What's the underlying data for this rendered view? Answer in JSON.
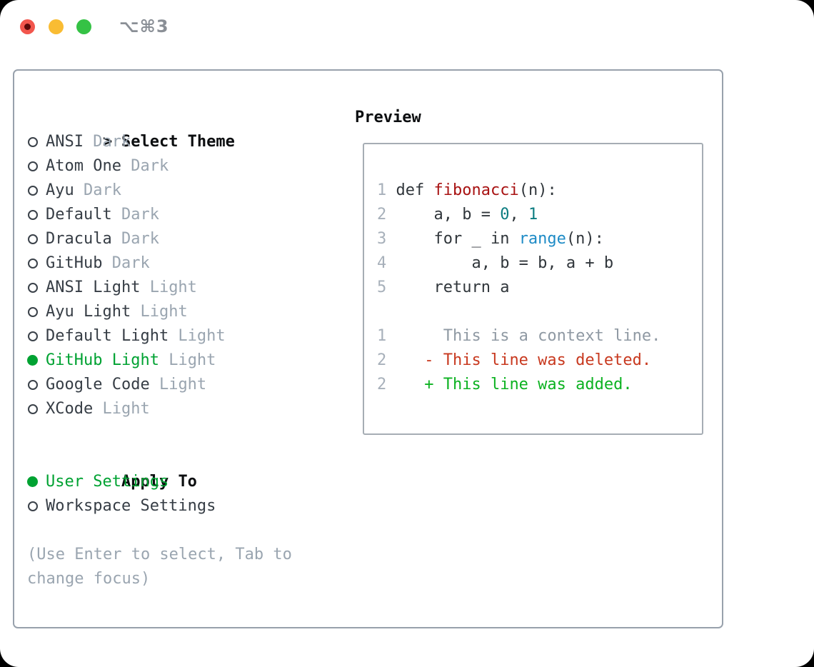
{
  "window": {
    "shortcut": "⌥⌘3"
  },
  "colors": {
    "accent-green": "#00a232",
    "added-green": "#0cb221",
    "deleted-red": "#c8391f",
    "func-red": "#a81212",
    "number-teal": "#0b7c80",
    "builtin-blue": "#1e8bc6",
    "code-dark": "#30363b",
    "heading-black": "#0c0e10",
    "muted-gray": "#9aa5b0",
    "linenum-gray": "#a7b0ba",
    "context-gray": "#8f99a3",
    "panel-border": "#98a1ac",
    "preview-border": "#a6adb4",
    "traffic-red": "#f2564d",
    "traffic-red-dot": "#5c0a0a",
    "traffic-yellow": "#f9bc33",
    "traffic-green": "#35c245",
    "shortcut-gray": "#8a8f96"
  },
  "theme_panel": {
    "marker": ">",
    "title": "Select Theme",
    "themes": [
      {
        "name": "ANSI",
        "tag": "Dark",
        "selected": false
      },
      {
        "name": "Atom One",
        "tag": "Dark",
        "selected": false
      },
      {
        "name": "Ayu",
        "tag": "Dark",
        "selected": false
      },
      {
        "name": "Default",
        "tag": "Dark",
        "selected": false
      },
      {
        "name": "Dracula",
        "tag": "Dark",
        "selected": false
      },
      {
        "name": "GitHub",
        "tag": "Dark",
        "selected": false
      },
      {
        "name": "ANSI Light",
        "tag": "Light",
        "selected": false
      },
      {
        "name": "Ayu Light",
        "tag": "Light",
        "selected": false
      },
      {
        "name": "Default Light",
        "tag": "Light",
        "selected": false
      },
      {
        "name": "GitHub Light",
        "tag": "Light",
        "selected": true
      },
      {
        "name": "Google Code",
        "tag": "Light",
        "selected": false
      },
      {
        "name": "XCode",
        "tag": "Light",
        "selected": false
      }
    ],
    "apply_to": {
      "title": "Apply To",
      "options": [
        {
          "label": "User Settings",
          "selected": true
        },
        {
          "label": "Workspace Settings",
          "selected": false
        }
      ]
    },
    "help_lines": [
      "(Use Enter to select, Tab to",
      "change focus)"
    ]
  },
  "preview": {
    "title": "Preview",
    "lines": [
      {
        "name": "code-line-1",
        "tokens": [
          [
            "ln",
            "1"
          ],
          [
            "code",
            " def "
          ],
          [
            "func",
            "fibonacci"
          ],
          [
            "code",
            "(n):"
          ]
        ]
      },
      {
        "name": "code-line-2",
        "tokens": [
          [
            "ln",
            "2"
          ],
          [
            "code",
            "     a, b = "
          ],
          [
            "num",
            "0"
          ],
          [
            "code",
            ", "
          ],
          [
            "num",
            "1"
          ]
        ]
      },
      {
        "name": "code-line-3",
        "tokens": [
          [
            "ln",
            "3"
          ],
          [
            "code",
            "     for _ in "
          ],
          [
            "builtin",
            "range"
          ],
          [
            "code",
            "(n):"
          ]
        ]
      },
      {
        "name": "code-line-4",
        "tokens": [
          [
            "ln",
            "4"
          ],
          [
            "code",
            "         a, b = b, a + b"
          ]
        ]
      },
      {
        "name": "code-line-5",
        "tokens": [
          [
            "ln",
            "5"
          ],
          [
            "code",
            "     return a"
          ]
        ]
      },
      {
        "name": "blank-line",
        "tokens": []
      },
      {
        "name": "diff-context-line",
        "tokens": [
          [
            "ln",
            "1"
          ],
          [
            "ctx",
            "      This is a context line."
          ]
        ]
      },
      {
        "name": "diff-deleted-line",
        "tokens": [
          [
            "ln",
            "2"
          ],
          [
            "code",
            "    "
          ],
          [
            "del",
            "- This line was deleted."
          ]
        ]
      },
      {
        "name": "diff-added-line",
        "tokens": [
          [
            "ln",
            "2"
          ],
          [
            "code",
            "    "
          ],
          [
            "add",
            "+ This line was added."
          ]
        ]
      }
    ]
  }
}
